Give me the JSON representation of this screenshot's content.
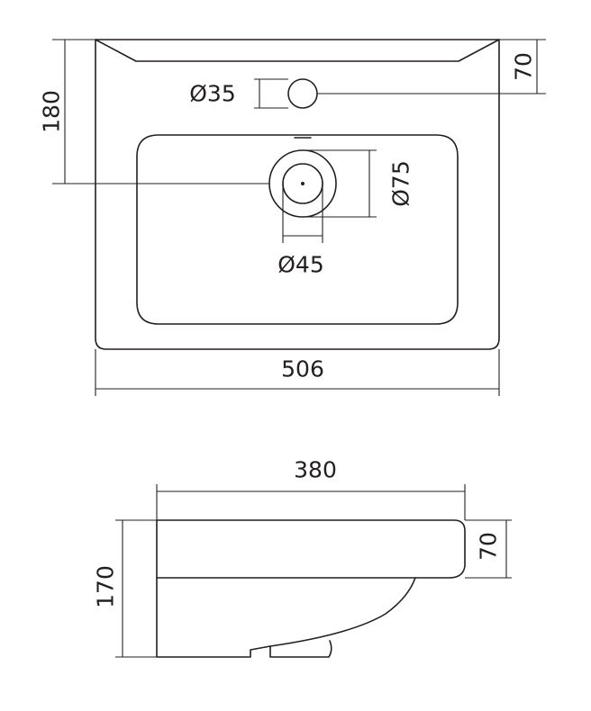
{
  "top_view": {
    "width_label": "506",
    "height_label": "180",
    "faucet_offset_label": "70",
    "faucet_hole_label": "Ø35",
    "drain_outer_label": "Ø75",
    "drain_inner_label": "Ø45"
  },
  "side_view": {
    "depth_label": "380",
    "height_label": "170",
    "rim_label": "70"
  }
}
